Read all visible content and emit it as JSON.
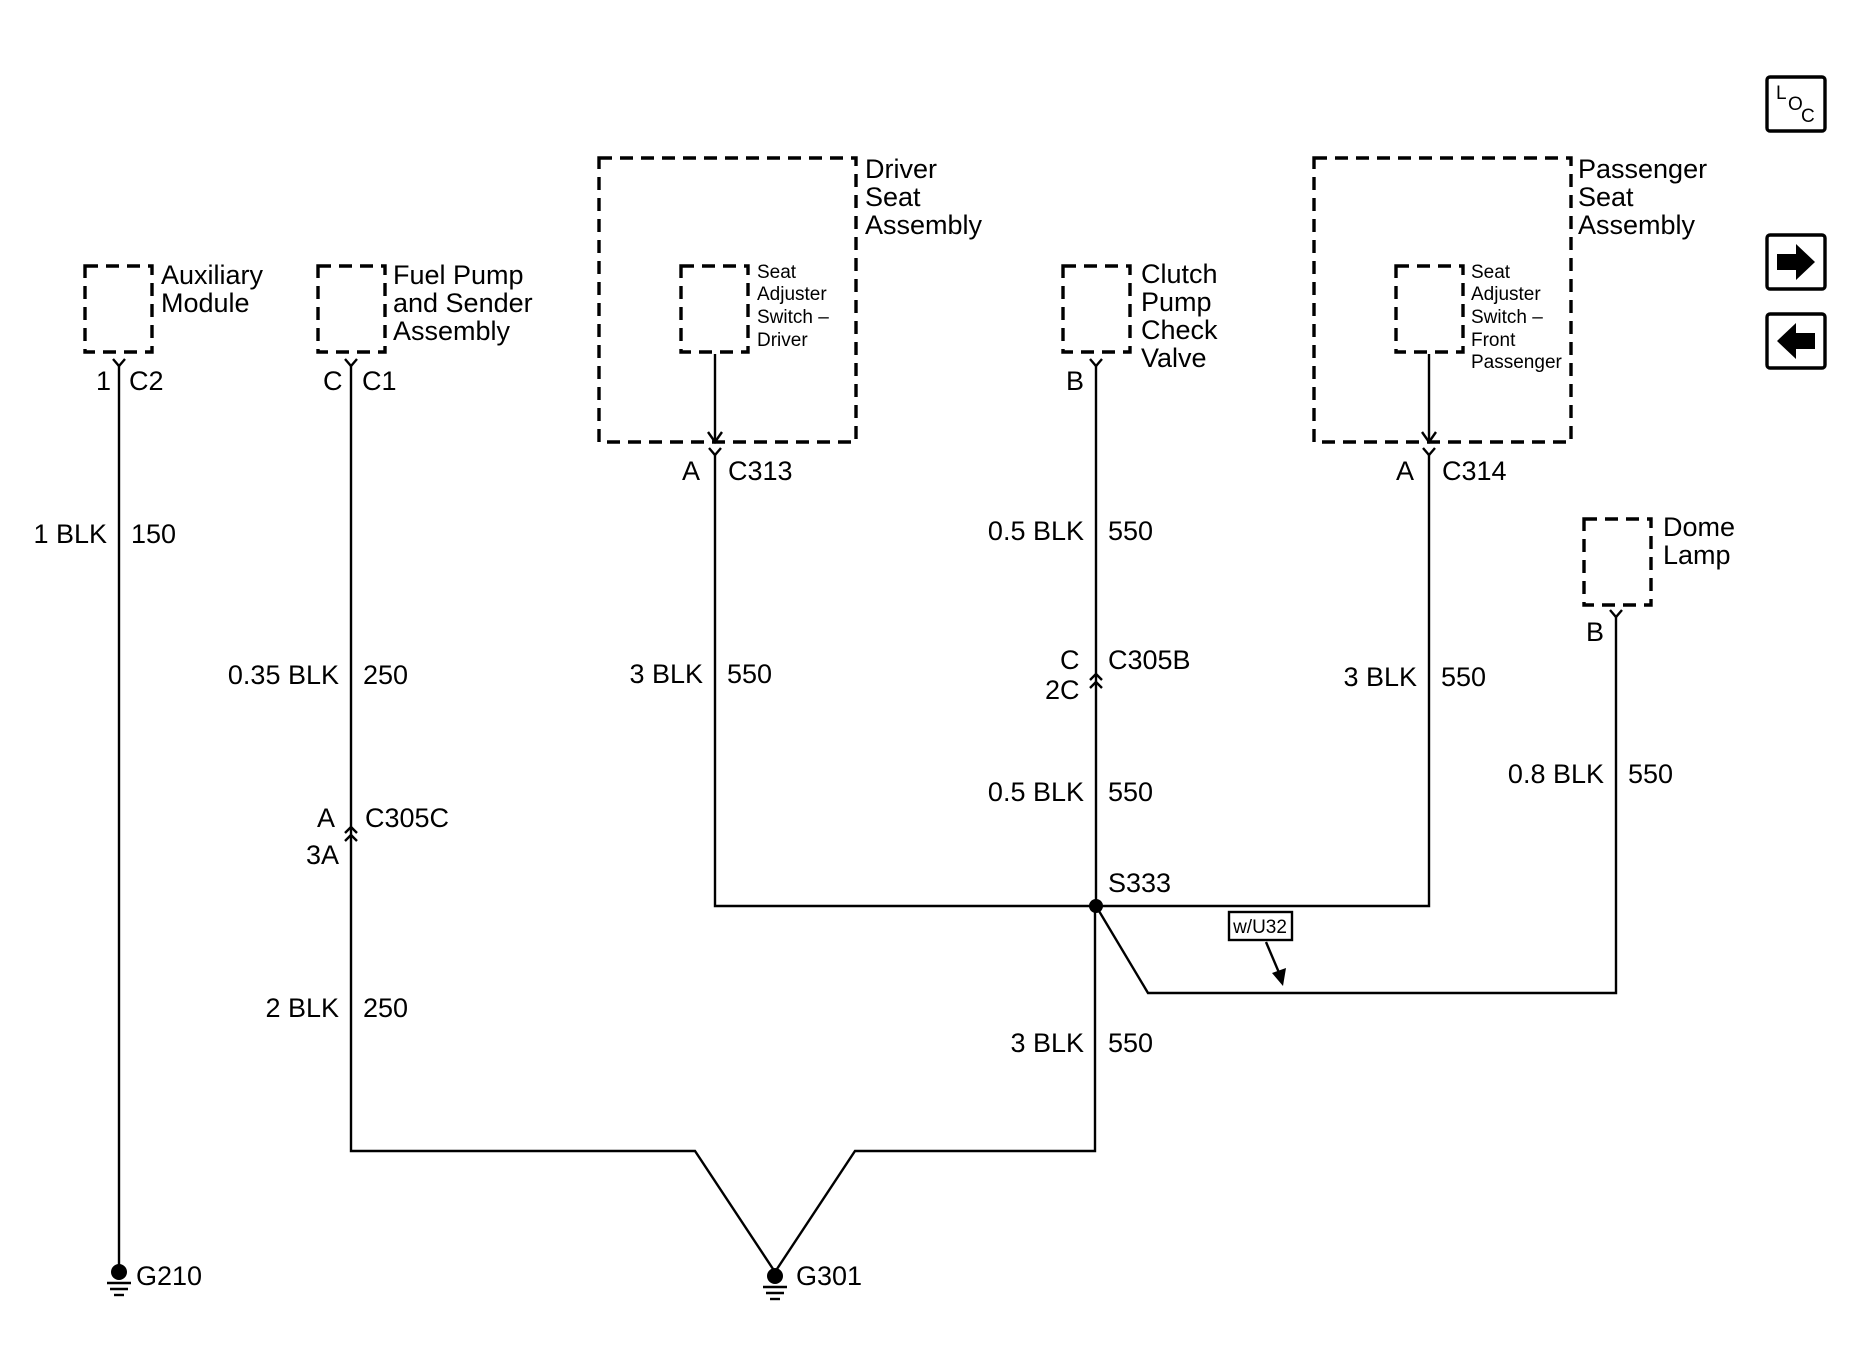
{
  "nav": {
    "loc": {
      "l": "L",
      "o": "O",
      "c": "C"
    },
    "forward_icon": "right-arrow-icon",
    "back_icon": "left-arrow-icon"
  },
  "components": {
    "aux": [
      "Auxiliary",
      "Module"
    ],
    "fuel": [
      "Fuel Pump",
      "and Sender",
      "Assembly"
    ],
    "driver_seat": [
      "Driver",
      "Seat",
      "Assembly"
    ],
    "driver_switch": [
      "Seat",
      "Adjuster",
      "Switch –",
      "Driver"
    ],
    "clutch": [
      "Clutch",
      "Pump",
      "Check",
      "Valve"
    ],
    "pass_seat": [
      "Passenger",
      "Seat",
      "Assembly"
    ],
    "pass_switch": [
      "Seat",
      "Adjuster",
      "Switch –",
      "Front",
      "Passenger"
    ],
    "dome": [
      "Dome",
      "Lamp"
    ]
  },
  "connectors": {
    "aux": {
      "pin": "1",
      "name": "C2"
    },
    "fuel": {
      "pin": "C",
      "name": "C1"
    },
    "driver": {
      "pin": "A",
      "name": "C313"
    },
    "clutch": {
      "pin": "B"
    },
    "pass": {
      "pin": "A",
      "name": "C314"
    },
    "dome": {
      "pin": "B"
    },
    "c305b": {
      "pin_top": "C",
      "pin_bottom": "2C",
      "name": "C305B"
    },
    "c305c": {
      "pin_top": "A",
      "pin_bottom": "3A",
      "name": "C305C"
    }
  },
  "wires": {
    "aux": {
      "size": "1 BLK",
      "circuit": "150"
    },
    "fuel_upper": {
      "size": "0.35 BLK",
      "circuit": "250"
    },
    "fuel_lower": {
      "size": "2 BLK",
      "circuit": "250"
    },
    "driver": {
      "size": "3 BLK",
      "circuit": "550"
    },
    "clutch_upper": {
      "size": "0.5 BLK",
      "circuit": "550"
    },
    "clutch_lower": {
      "size": "0.5 BLK",
      "circuit": "550"
    },
    "pass": {
      "size": "3 BLK",
      "circuit": "550"
    },
    "dome": {
      "size": "0.8 BLK",
      "circuit": "550"
    },
    "ground_main": {
      "size": "3 BLK",
      "circuit": "550"
    }
  },
  "splice": "S333",
  "option_tag": "w/U32",
  "grounds": {
    "g210": "G210",
    "g301": "G301"
  }
}
